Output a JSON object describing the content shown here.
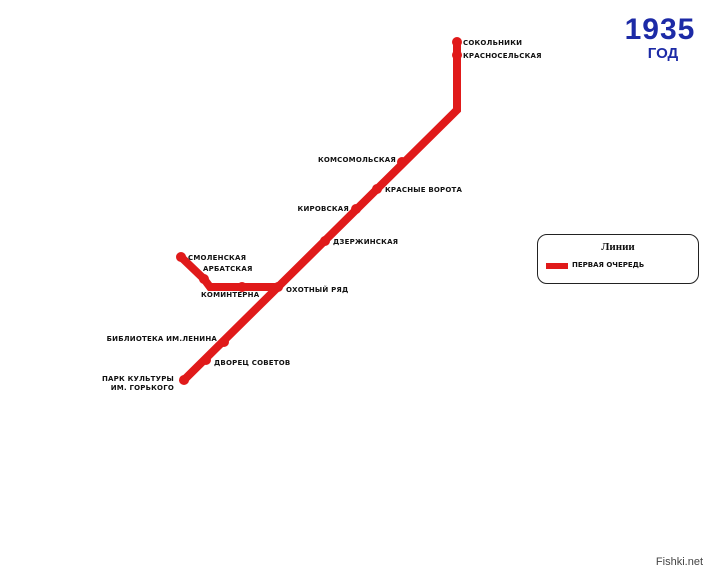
{
  "header": {
    "year": "1935",
    "year_word": "ГОД"
  },
  "legend": {
    "title": "Линии",
    "items": [
      {
        "label": "ПЕРВАЯ ОЧЕРЕДЬ",
        "color": "#e01a1a"
      }
    ]
  },
  "line": {
    "name": "ПЕРВАЯ ОЧЕРЕДЬ",
    "color": "#e01a1a",
    "stations": [
      {
        "id": "sokolniki",
        "label": "СОКОЛЬНИКИ"
      },
      {
        "id": "krasnoselskaya",
        "label": "КРАСНОСЕЛЬСКАЯ"
      },
      {
        "id": "komsomolskaya",
        "label": "КОМСОМОЛЬСКАЯ"
      },
      {
        "id": "krasnye-vorota",
        "label": "КРАСНЫЕ ВОРОТА"
      },
      {
        "id": "kirovskaya",
        "label": "КИРОВСКАЯ"
      },
      {
        "id": "dzerzhinskaya",
        "label": "ДЗЕРЖИНСКАЯ"
      },
      {
        "id": "okhotny-ryad",
        "label": "ОХОТНЫЙ РЯД"
      },
      {
        "id": "biblioteka",
        "label": "БИБЛИОТЕКА ИМ.ЛЕНИНА"
      },
      {
        "id": "dvorets-sovetov",
        "label": "ДВОРЕЦ СОВЕТОВ"
      },
      {
        "id": "park-kultury",
        "label_lines": [
          "ПАРК КУЛЬТУРЫ",
          "ИМ. ГОРЬКОГО"
        ]
      },
      {
        "id": "smolenskaya",
        "label": "СМОЛЕНСКАЯ"
      },
      {
        "id": "arbatskaya",
        "label": "АРБАТСКАЯ"
      },
      {
        "id": "kominterna",
        "label": "КОМИНТЕРНА"
      }
    ]
  },
  "watermark": "Fishki.net"
}
